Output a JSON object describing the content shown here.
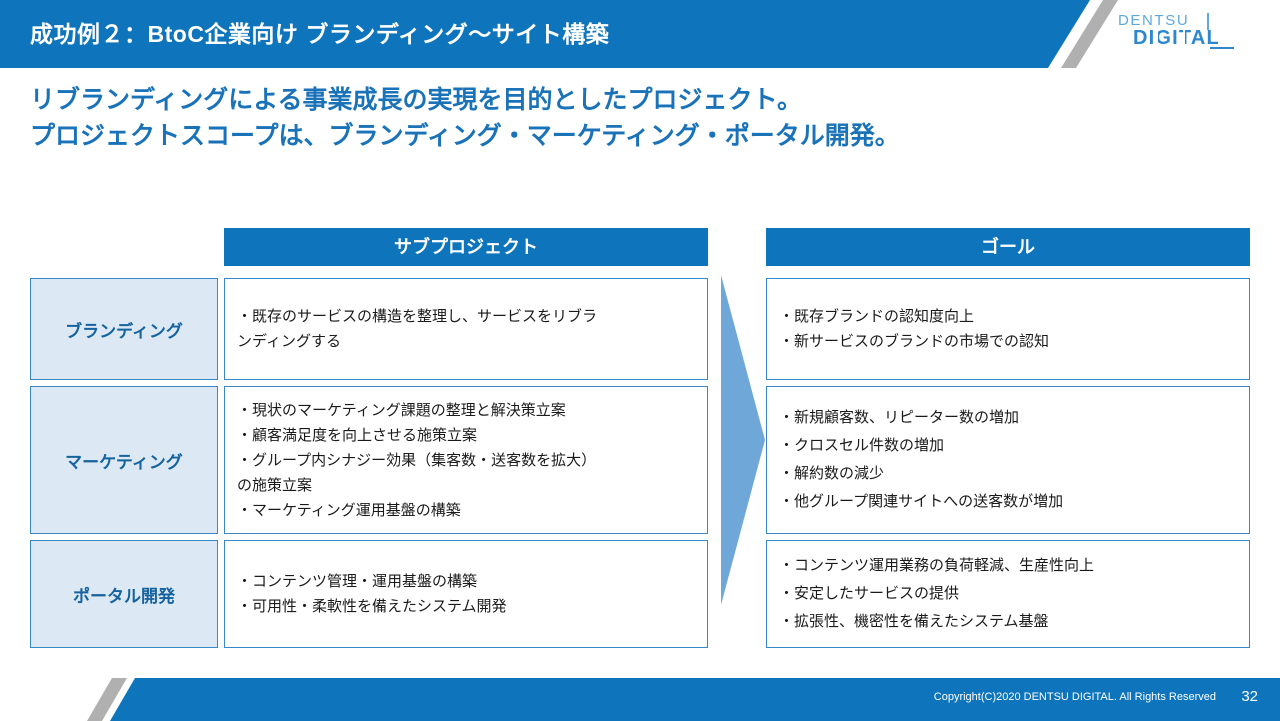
{
  "header": {
    "title": "成功例２：BtoC企業向け ブランディング～サイト構築",
    "band_color": "#0E74BC",
    "logo": {
      "top": "DENTSU",
      "bottom": "DIGITAL"
    }
  },
  "subtitle": {
    "line1": "リブランディングによる事業成長の実現を目的としたプロジェクト。",
    "line2": "プロジェクトスコープは、ブランディング・マーケティング・ポータル開発。",
    "color": "#1A72B8"
  },
  "table": {
    "column_headers": {
      "subproject": "サブプロジェクト",
      "goal": "ゴール"
    },
    "rows": [
      {
        "label": "ブランディング",
        "subproject": [
          "・既存のサービスの構造を整理し、サービスをリブラ",
          "ンディングする"
        ],
        "goal": [
          "・既存ブランドの認知度向上",
          "・新サービスのブランドの市場での認知"
        ]
      },
      {
        "label": "マーケティング",
        "subproject": [
          "・現状のマーケティング課題の整理と解決策立案",
          "・顧客満足度を向上させる施策立案",
          "・グループ内シナジー効果（集客数・送客数を拡大）",
          "の施策立案",
          "・マーケティング運用基盤の構築"
        ],
        "goal": [
          "・新規顧客数、リピーター数の増加",
          "・クロスセル件数の増加",
          "・解約数の減少",
          "・他グループ関連サイトへの送客数が増加"
        ]
      },
      {
        "label": "ポータル開発",
        "subproject": [
          "・コンテンツ管理・運用基盤の構築",
          "・可用性・柔軟性を備えたシステム開発"
        ],
        "goal": [
          "・コンテンツ運用業務の負荷軽減、生産性向上",
          "・安定したサービスの提供",
          "・拡張性、機密性を備えたシステム基盤"
        ]
      }
    ],
    "label_fill_color": "#DCE9F5",
    "border_color": "#3887C6",
    "label_text_color": "#14629E"
  },
  "arrow": {
    "color": "#6FA8D8"
  },
  "footer": {
    "copyright": "Copyright(C)2020 DENTSU DIGITAL. All Rights Reserved",
    "page_number": "32",
    "band_color": "#0E74BC"
  }
}
